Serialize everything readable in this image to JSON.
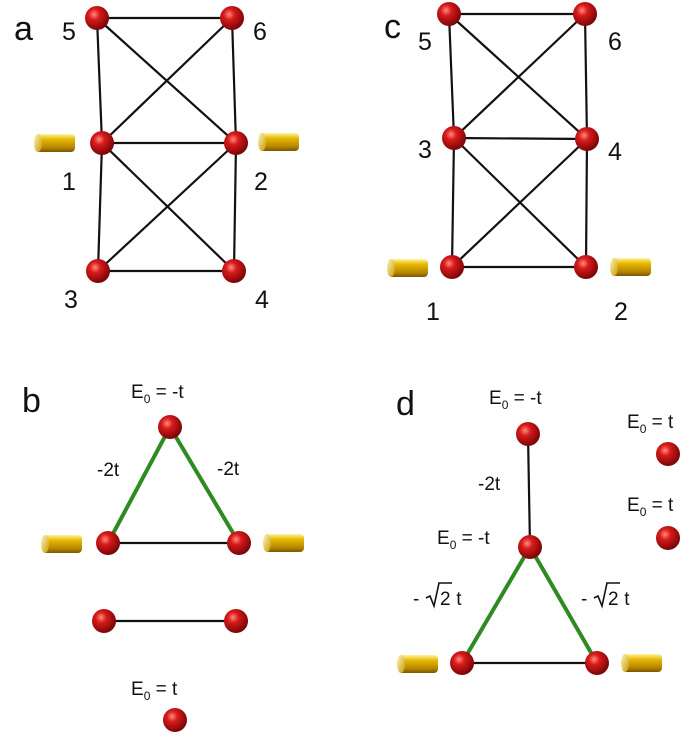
{
  "colors": {
    "node": "#c40f14",
    "bond": "#111111",
    "coupling_blue": "#3d9be9",
    "coupling_green": "#2e8b22",
    "lead": "#d9a400"
  },
  "panels": {
    "a": {
      "letter": "a",
      "nodes": [
        {
          "id": "a-5",
          "label": "5"
        },
        {
          "id": "a-6",
          "label": "6"
        },
        {
          "id": "a-1",
          "label": "1"
        },
        {
          "id": "a-2",
          "label": "2"
        },
        {
          "id": "a-3",
          "label": "3"
        },
        {
          "id": "a-4",
          "label": "4"
        }
      ]
    },
    "b": {
      "letter": "b",
      "energy_top": {
        "base": "E",
        "sub": "0",
        "rest": " = -t"
      },
      "coupling_left": "-2t",
      "coupling_right": "-2t",
      "energy_bottom": {
        "base": "E",
        "sub": "0",
        "rest": " = t"
      }
    },
    "c": {
      "letter": "c",
      "nodes": [
        {
          "id": "c-5",
          "label": "5"
        },
        {
          "id": "c-6",
          "label": "6"
        },
        {
          "id": "c-3",
          "label": "3"
        },
        {
          "id": "c-4",
          "label": "4"
        },
        {
          "id": "c-1",
          "label": "1"
        },
        {
          "id": "c-2",
          "label": "2"
        }
      ]
    },
    "d": {
      "letter": "d",
      "energy_top": {
        "base": "E",
        "sub": "0",
        "rest": " = -t"
      },
      "coupling_vertical": "-2t",
      "energy_middle": {
        "base": "E",
        "sub": "0",
        "rest": " = -t"
      },
      "coupling_left": {
        "prefix": "-",
        "radicand": "2",
        "suffix": " t"
      },
      "coupling_right": {
        "prefix": "-",
        "radicand": "2",
        "suffix": " t"
      },
      "energy_right_1": {
        "base": "E",
        "sub": "0",
        "rest": " = t"
      },
      "energy_right_2": {
        "base": "E",
        "sub": "0",
        "rest": " = t"
      }
    }
  }
}
